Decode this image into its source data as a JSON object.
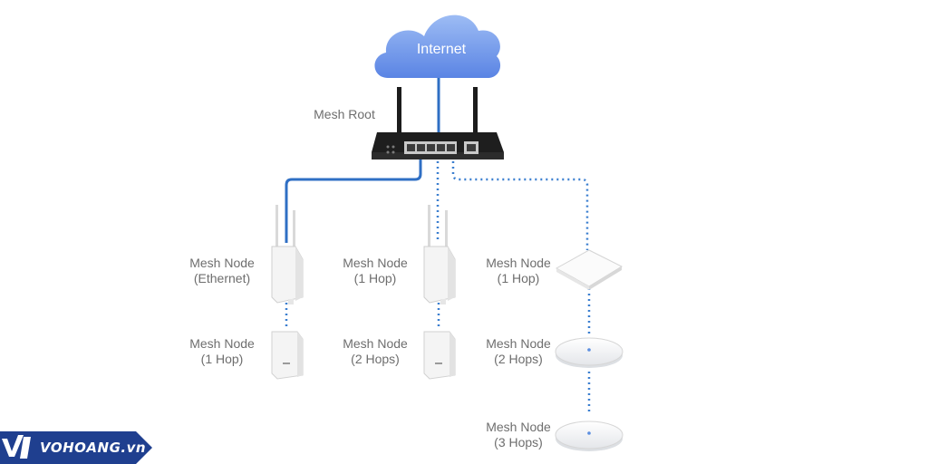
{
  "diagram": {
    "internet_label": "Internet",
    "root_label": "Mesh Root",
    "nodes": [
      {
        "line1": "Mesh Node",
        "line2": "(Ethernet)"
      },
      {
        "line1": "Mesh Node",
        "line2": "(1 Hop)"
      },
      {
        "line1": "Mesh Node",
        "line2": "(1 Hop)"
      },
      {
        "line1": "Mesh Node",
        "line2": "(2 Hops)"
      },
      {
        "line1": "Mesh Node",
        "line2": "(1 Hop)"
      },
      {
        "line1": "Mesh Node",
        "line2": "(2 Hops)"
      },
      {
        "line1": "Mesh Node",
        "line2": "(3 Hops)"
      }
    ],
    "colors": {
      "wired_link": "#2f6fc4",
      "wireless_link": "#3b7fd0",
      "cloud_top": "#8fb4f2",
      "cloud_bottom": "#5d88e6"
    }
  },
  "watermark": {
    "logo_text": "VOHOANG.vn"
  }
}
